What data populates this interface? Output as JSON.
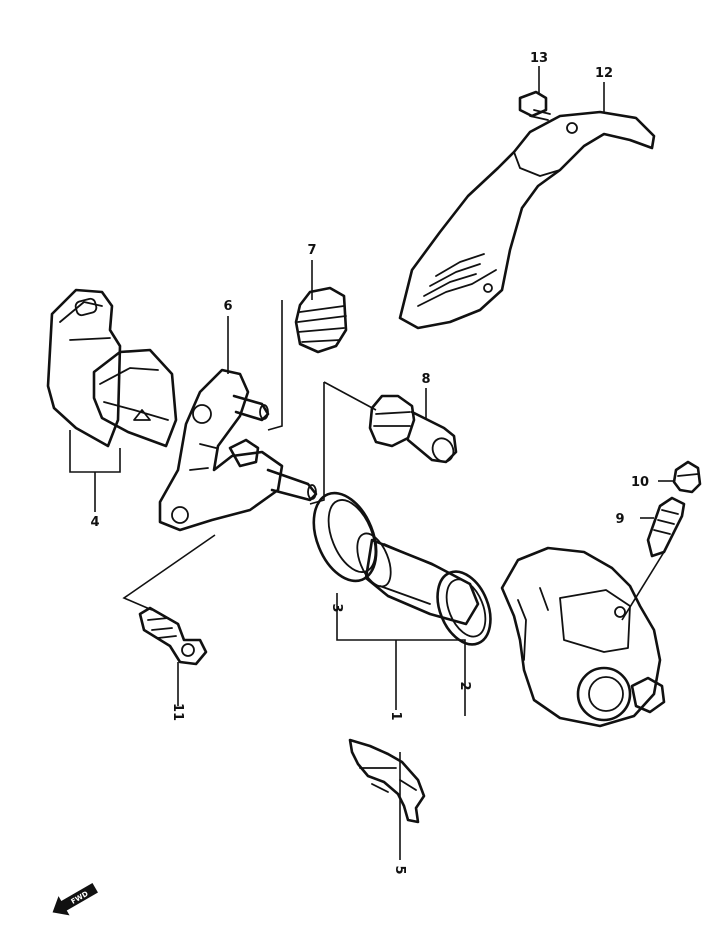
{
  "callouts": {
    "p1": "1",
    "p2": "2",
    "p3": "3",
    "p4": "4",
    "p5": "5",
    "p6": "6",
    "p7": "7",
    "p8": "8",
    "p9": "9",
    "p10": "10",
    "p11": "11",
    "p12": "12",
    "p13": "13"
  },
  "front_arrow": {
    "icon": "front-arrow-icon",
    "text": "FWD"
  }
}
